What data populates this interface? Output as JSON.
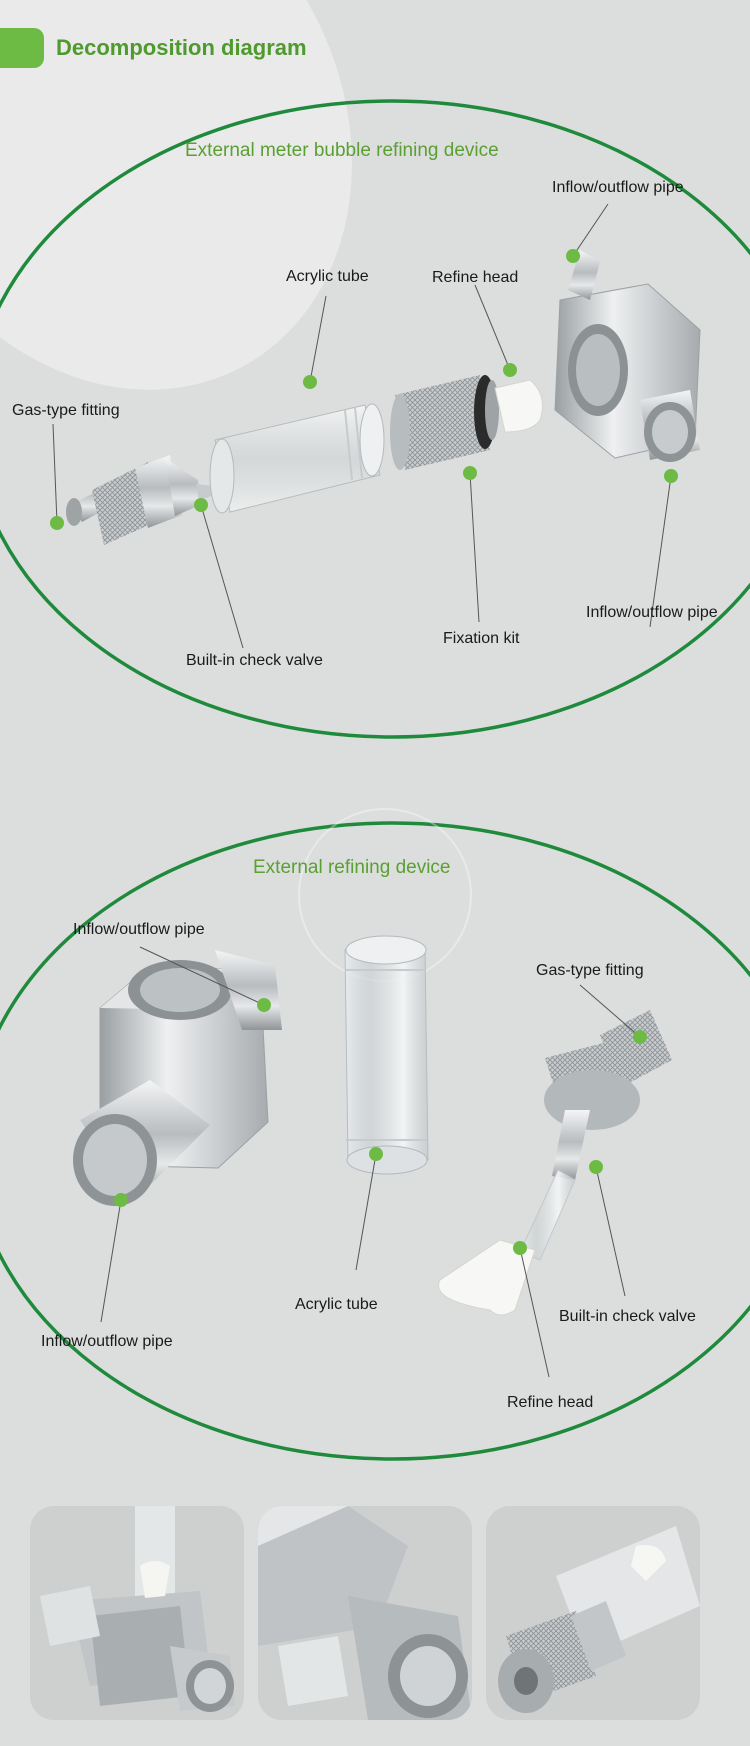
{
  "header": {
    "title": "Decomposition diagram"
  },
  "section1": {
    "title": "External meter bubble refining device",
    "labels": {
      "inflow_top": "Inflow/outflow pipe",
      "acrylic": "Acrylic tube",
      "refine": "Refine head",
      "gas": "Gas-type fitting",
      "check": "Built-in check valve",
      "fixation": "Fixation kit",
      "inflow_bottom": "Inflow/outflow pipe"
    }
  },
  "section2": {
    "title": "External refining device",
    "labels": {
      "inflow_top": "Inflow/outflow pipe",
      "gas": "Gas-type fitting",
      "acrylic": "Acrylic tube",
      "check": "Built-in check valve",
      "inflow_bottom": "Inflow/outflow pipe",
      "refine": "Refine head"
    }
  },
  "colors": {
    "accent_green": "#6dbb45",
    "ellipse_green": "#1f8a3c",
    "title_green": "#4f9a2e"
  }
}
